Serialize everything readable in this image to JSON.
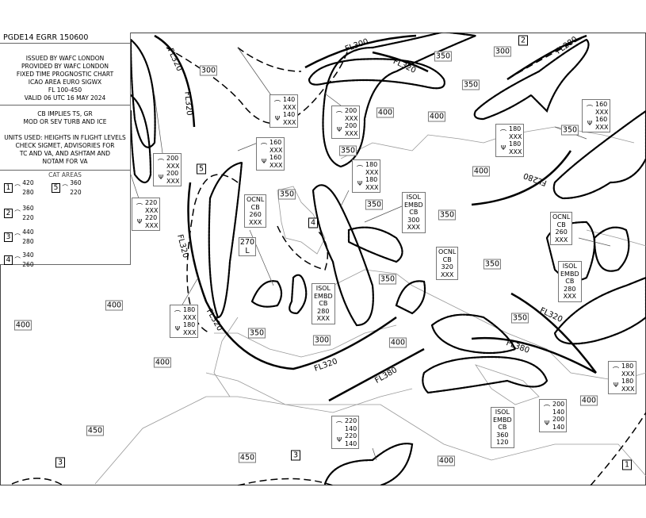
{
  "header": {
    "title": "PGDE14 EGRR 150600"
  },
  "info": {
    "lines": [
      "ISSUED BY WAFC LONDON",
      "PROVIDED BY WAFC LONDON",
      "FIXED TIME PROGNOSTIC CHART",
      "ICAO AREA EURO SIGWX",
      "FL 100-450",
      "VALID 06 UTC 16 MAY 2024"
    ]
  },
  "notes": {
    "cb": [
      "CB IMPLIES TS, GR",
      "MOD OR SEV TURB AND ICE"
    ],
    "units": [
      "UNITS USED: HEIGHTS IN FLIGHT LEVELS",
      "CHECK SIGMET, ADVISORIES FOR",
      "TC AND VA, AND ASHTAM AND",
      "NOTAM FOR VA"
    ]
  },
  "cat_areas": {
    "title": "CAT AREAS",
    "items": [
      {
        "id": "1",
        "top": "420",
        "base": "280"
      },
      {
        "id": "5",
        "top": "360",
        "base": "220"
      },
      {
        "id": "2",
        "top": "360",
        "base": "220"
      },
      {
        "id": "3",
        "top": "440",
        "base": "280"
      },
      {
        "id": "4",
        "top": "340",
        "base": "260"
      }
    ]
  },
  "cat_labels": [
    "2",
    "5",
    "4",
    "3",
    "3",
    "1"
  ],
  "tropopause": [
    "300",
    "350",
    "300",
    "350",
    "400",
    "400",
    "350",
    "350",
    "400",
    "350",
    "350",
    "350",
    "350",
    "350",
    "400",
    "400",
    "350",
    "300",
    "400",
    "350",
    "400",
    "400",
    "450",
    "450",
    "400"
  ],
  "tropopause_low": {
    "value": "270",
    "label": "L"
  },
  "jets": [
    "FL320",
    "FL320",
    "FL300",
    "FL320",
    "FL280",
    "FL280",
    "FL320",
    "FL320",
    "FL320",
    "FL380",
    "FL380",
    "FL320"
  ],
  "cb_boxes": [
    {
      "lines": [
        "OCNL",
        "CB",
        "260",
        "XXX"
      ]
    },
    {
      "lines": [
        "ISOL",
        "EMBD",
        "CB",
        "300",
        "XXX"
      ]
    },
    {
      "lines": [
        "OCNL",
        "CB",
        "320",
        "XXX"
      ]
    },
    {
      "lines": [
        "OCNL",
        "CB",
        "260",
        "XXX"
      ]
    },
    {
      "lines": [
        "ISOL",
        "EMBD",
        "CB",
        "280",
        "XXX"
      ]
    },
    {
      "lines": [
        "ISOL",
        "EMBD",
        "CB",
        "280",
        "XXX"
      ]
    },
    {
      "lines": [
        "ISOL",
        "EMBD",
        "CB",
        "360",
        "120"
      ]
    }
  ],
  "turb_icing_boxes": [
    {
      "lines": [
        "140",
        "XXX",
        "140",
        "XXX"
      ]
    },
    {
      "lines": [
        "200",
        "XXX",
        "200",
        "XXX"
      ]
    },
    {
      "lines": [
        "160",
        "XXX",
        "160",
        "XXX"
      ]
    },
    {
      "lines": [
        "200",
        "XXX",
        "200",
        "XXX"
      ]
    },
    {
      "lines": [
        "220",
        "XXX",
        "220",
        "XXX"
      ]
    },
    {
      "lines": [
        "180",
        "XXX",
        "180",
        "XXX"
      ]
    },
    {
      "lines": [
        "180",
        "XXX",
        "180",
        "XXX"
      ]
    },
    {
      "lines": [
        "160",
        "XXX",
        "160",
        "XXX"
      ]
    },
    {
      "lines": [
        "180",
        "XXX",
        "180",
        "XXX"
      ]
    },
    {
      "lines": [
        "220",
        "140",
        "220",
        "140"
      ]
    },
    {
      "lines": [
        "200",
        "140",
        "200",
        "140"
      ]
    },
    {
      "lines": [
        "180",
        "XXX",
        "180",
        "XXX"
      ]
    }
  ],
  "icons": {
    "turbulence": "turbulence-icon",
    "icing": "icing-icon"
  }
}
